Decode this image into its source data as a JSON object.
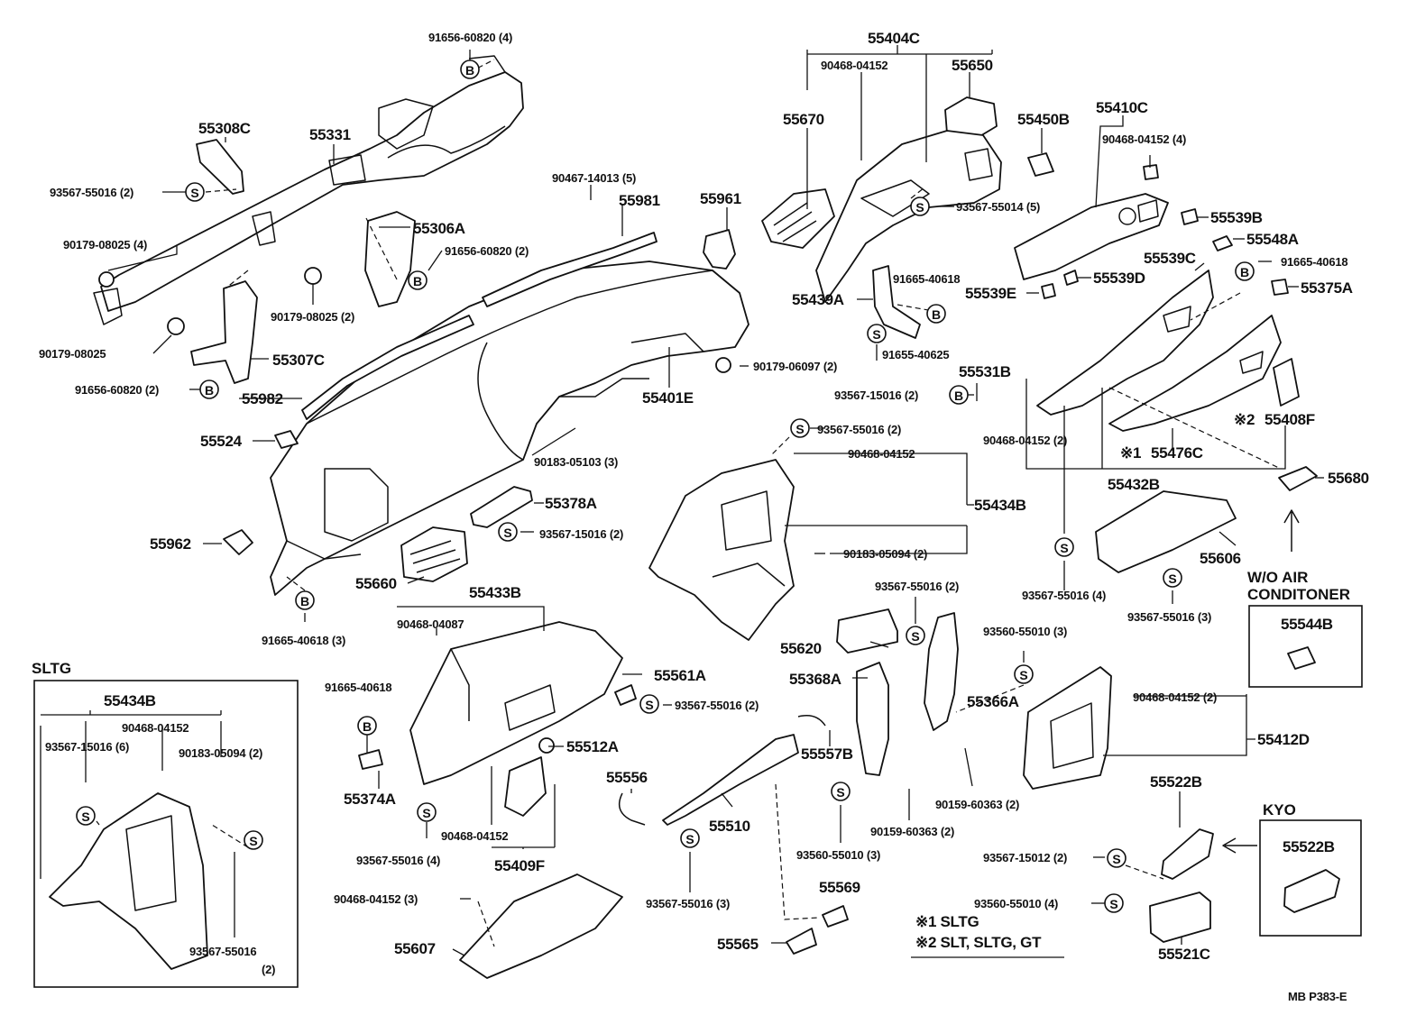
{
  "labels": {
    "l01": "91656-60820 (4)",
    "l02": "55308C",
    "l03": "55331",
    "l04": "93567-55016 (2)",
    "l05": "90179-08025 (4)",
    "l06": "55306A",
    "l07": "91656-60820 (2)",
    "l08": "90179-08025 (2)",
    "l09": "90179-08025",
    "l10": "55307C",
    "l11": "91656-60820 (2)",
    "l12": "90467-14013 (5)",
    "l13": "55981",
    "l14": "55961",
    "l15": "55982",
    "l16": "90179-06097 (2)",
    "l17": "55401E",
    "l18": "55524",
    "l19": "90183-05103 (3)",
    "l20": "55378A",
    "l21": "93567-15016 (2)",
    "l22": "55962",
    "l23": "55660",
    "l24": "91665-40618 (3)",
    "l25": "55404C",
    "l26": "90468-04152",
    "l27": "55650",
    "l28": "55670",
    "l29": "55450B",
    "l30": "55410C",
    "l31": "90468-04152 (4)",
    "l32": "93567-55014 (5)",
    "l33": "55539B",
    "l34": "55548A",
    "l35": "55539C",
    "l36": "91665-40618",
    "l37": "55375A",
    "l38": "91665-40618",
    "l39": "55439A",
    "l40": "55539E",
    "l41": "55539D",
    "l42": "91655-40625",
    "l43": "55531B",
    "l44": "93567-15016 (2)",
    "l45": "90468-04152 (2)",
    "l46": "55476C",
    "l47": "55408F",
    "l48": "55432B",
    "l49": "55680",
    "l50": "93567-55016 (2)",
    "l51": "90468-04152",
    "l52": "55434B",
    "l53": "90183-05094 (2)",
    "l54": "55606",
    "l55": "W/O AIR",
    "l56": "CONDITONER",
    "l57": "55544B",
    "l58": "93567-55016 (4)",
    "l59": "93567-55016 (3)",
    "l60": "55433B",
    "l61": "90468-04087",
    "l62": "55561A",
    "l63": "93567-55016 (2)",
    "l64": "91665-40618",
    "l65": "55512A",
    "l66": "55374A",
    "l67": "93567-55016 (4)",
    "l68": "90468-04152",
    "l69": "55409F",
    "l70": "93567-55016 (2)",
    "l71": "55620",
    "l72": "55368A",
    "l73": "55557B",
    "l74": "55556",
    "l75": "55510",
    "l76": "93567-55016 (3)",
    "l77": "93560-55010 (3)",
    "l78": "55366A",
    "l79": "90159-60363 (2)",
    "l80": "90159-60363 (2)",
    "l81": "93560-55010 (3)",
    "l82": "90468-04152 (2)",
    "l83": "55412D",
    "l84": "55522B",
    "l85": "KYO",
    "l86": "55522B",
    "l87": "93567-15012 (2)",
    "l88": "93560-55010 (4)",
    "l89": "55521C",
    "l90": "55569",
    "l91": "55565",
    "l92": "90468-04152 (3)",
    "l93": "55607",
    "l94": "SLTG",
    "l95": "55434B",
    "l96": "90468-04152",
    "l97": "93567-15016 (6)",
    "l98": "90183-05094 (2)",
    "l99": "93567-55016",
    "l100": "(2)",
    "l101": "※1 SLTG",
    "l102": "※2 SLT, SLTG, GT",
    "l103": "MB  P383-E",
    "l104": "※1",
    "l105": "※2"
  },
  "symbols": {
    "s": "S",
    "b": "B"
  }
}
